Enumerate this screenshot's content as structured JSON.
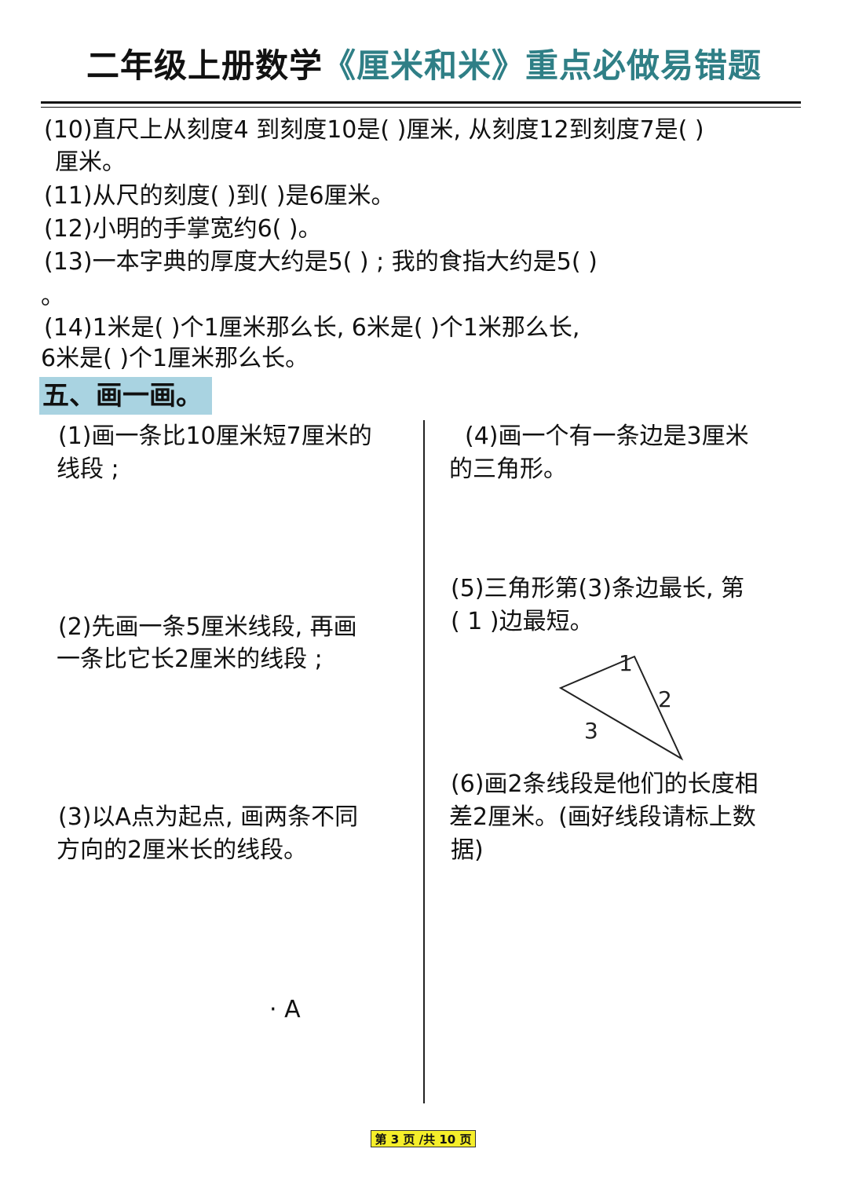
{
  "header": {
    "title_prefix": "二年级上册数学",
    "title_accent": "《厘米和米》重点必做易错题"
  },
  "questions": {
    "q10_line1": "(10)直尺上从刻度4  到刻度10是(  )厘米, 从刻度12到刻度7是(  )",
    "q10_line2": "厘米。",
    "q11": "(11)从尺的刻度(     )到(     )是6厘米。",
    "q12": "(12)小明的手掌宽约6(     )。",
    "q13_line1": "(13)一本字典的厚度大约是5(     ) ; 我的食指大约是5(       )",
    "q13_line2": "。",
    "q14_line1": "(14)1米是(         )个1厘米那么长, 6米是(     )个1米那么长,",
    "q14_line2": "6米是(     )个1厘米那么长。"
  },
  "section": {
    "heading": "五、画一画。"
  },
  "drawing": {
    "d1_line1": "(1)画一条比10厘米短7厘米的",
    "d1_line2": "线段 ;",
    "d2_line1": "(2)先画一条5厘米线段, 再画",
    "d2_line2": "一条比它长2厘米的线段 ;",
    "d3_line1": "(3)以A点为起点, 画两条不同",
    "d3_line2": "方向的2厘米长的线段。",
    "point_a": "· A",
    "d4_line1": "(4)画一个有一条边是3厘米",
    "d4_line2": "的三角形。",
    "d5_line1": "(5)三角形第(3)条边最长, 第",
    "d5_line2": "( 1 )边最短。",
    "tri_label_1": "1",
    "tri_label_2": "2",
    "tri_label_3": "3",
    "d6_line1": "(6)画2条线段是他们的长度相",
    "d6_line2": "差2厘米。(画好线段请标上数",
    "d6_line3": "据)"
  },
  "footer": {
    "page_text": "第 3 页 /共 10 页"
  },
  "colors": {
    "title_accent": "#2f7f86",
    "section_bg": "#a9d3e1",
    "footer_bg": "#f5ee2a"
  }
}
